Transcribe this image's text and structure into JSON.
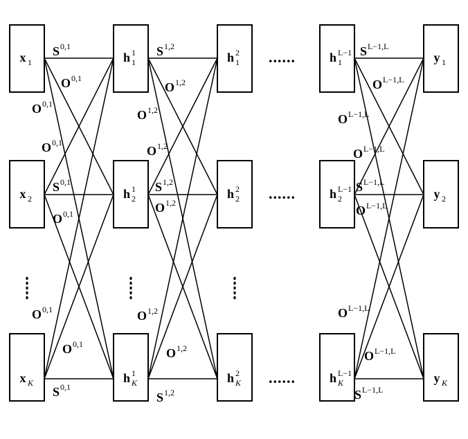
{
  "nodes": {
    "x1": {
      "base": "x",
      "sub": "1",
      "sup": ""
    },
    "x2": {
      "base": "x",
      "sub": "2",
      "sup": ""
    },
    "xK": {
      "base": "x",
      "sub": "K",
      "sup": ""
    },
    "h1_1": {
      "base": "h",
      "sub": "1",
      "sup": "1"
    },
    "h2_1": {
      "base": "h",
      "sub": "2",
      "sup": "1"
    },
    "hK_1": {
      "base": "h",
      "sub": "K",
      "sup": "1"
    },
    "h1_2": {
      "base": "h",
      "sub": "1",
      "sup": "2"
    },
    "h2_2": {
      "base": "h",
      "sub": "2",
      "sup": "2"
    },
    "hK_2": {
      "base": "h",
      "sub": "K",
      "sup": "2"
    },
    "h1_L1": {
      "base": "h",
      "sub": "1",
      "sup": "L−1"
    },
    "h2_L1": {
      "base": "h",
      "sub": "2",
      "sup": "L−1"
    },
    "hK_L1": {
      "base": "h",
      "sub": "K",
      "sup": "L−1"
    },
    "y1": {
      "base": "y",
      "sub": "1",
      "sup": ""
    },
    "y2": {
      "base": "y",
      "sub": "2",
      "sup": ""
    },
    "yK": {
      "base": "y",
      "sub": "K",
      "sup": ""
    }
  },
  "weights": {
    "s01": {
      "base": "S",
      "sup": "0,1"
    },
    "o01": {
      "base": "O",
      "sup": "0,1"
    },
    "s12": {
      "base": "S",
      "sup": "1,2"
    },
    "o12": {
      "base": "O",
      "sup": "1,2"
    },
    "sL": {
      "base": "S",
      "sup": "L−1,L"
    },
    "oL": {
      "base": "O",
      "sup": "L−1,L"
    }
  },
  "ellipsis_h": "......",
  "ellipsis_v": "⋮"
}
